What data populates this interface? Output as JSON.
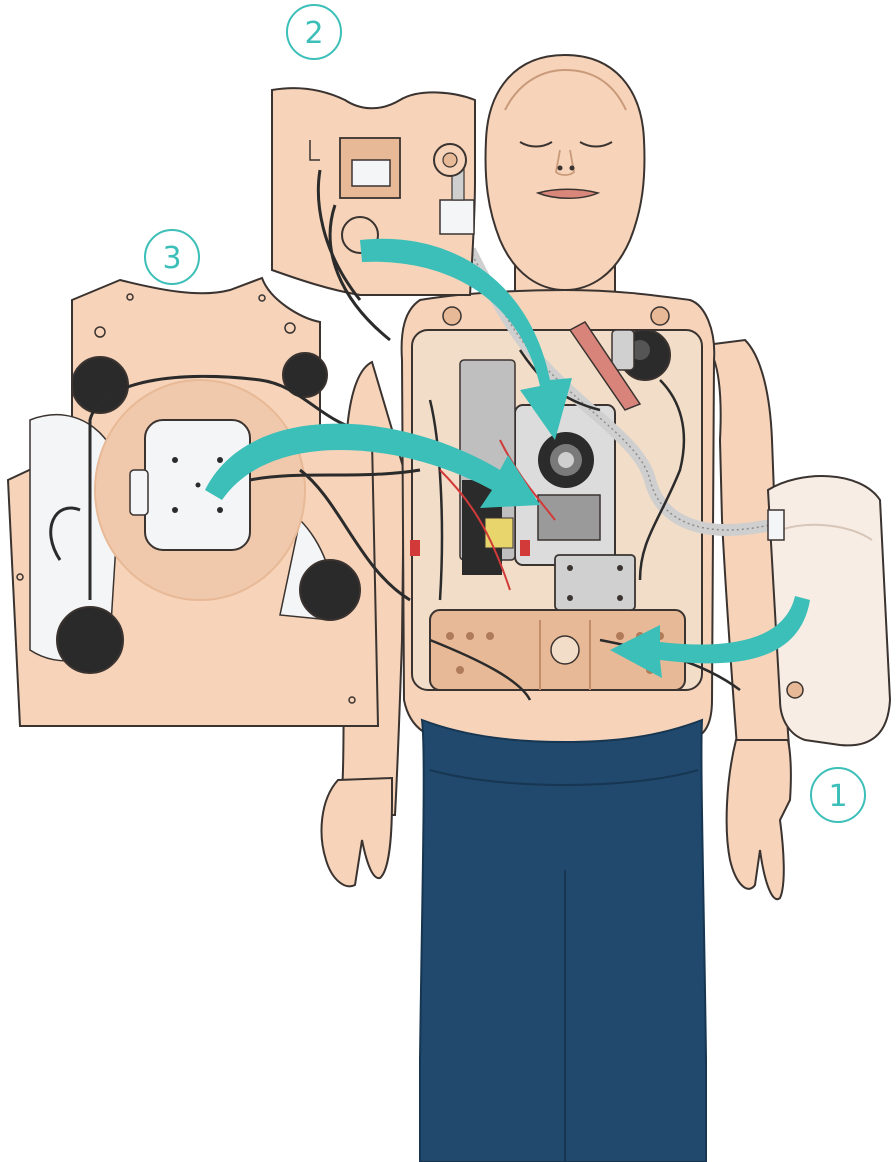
{
  "callouts": [
    {
      "id": "1",
      "label": "1"
    },
    {
      "id": "2",
      "label": "2"
    },
    {
      "id": "3",
      "label": "3"
    }
  ],
  "colors": {
    "skin": "#f6d3b9",
    "skin_shadow": "#e8b996",
    "outline": "#3a3330",
    "teal_arrow": "#3cbfb8",
    "callout_ring": "#3cbfb8",
    "pants": "#20496d",
    "pants_dark": "#163651",
    "panel_grey": "#d9d9d9",
    "module_white": "#f4f5f6",
    "cable_dark": "#2b2b2b",
    "pad_black": "#2a2a2a",
    "hose_grey": "#cfcfcf",
    "strap_pink": "#d9847a",
    "wire_red": "#d23a3a",
    "wire_yellow": "#e8d56b"
  }
}
